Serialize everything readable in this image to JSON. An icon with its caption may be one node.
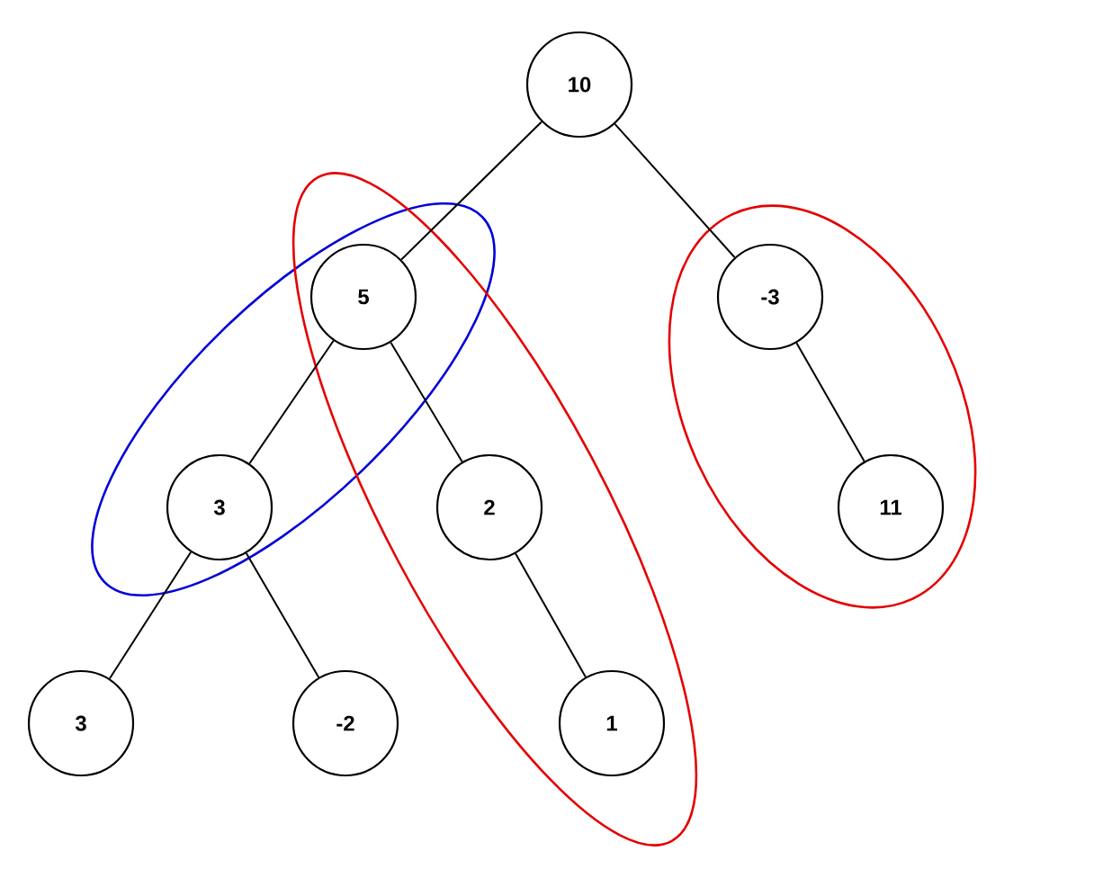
{
  "diagram": {
    "nodes": [
      {
        "text": [
          "10"
        ]
      },
      {
        "text": [
          "5"
        ]
      },
      {
        "text": [
          "-3"
        ]
      },
      {
        "text": [
          "3"
        ]
      },
      {
        "text": [
          "2"
        ]
      },
      {
        "text": [
          "11"
        ]
      },
      {
        "text": [
          "3"
        ]
      },
      {
        "text": [
          "-2"
        ]
      },
      {
        "text": [
          "1"
        ]
      }
    ],
    "edges": [
      {
        "from": 0,
        "to": 1,
        "arrow": "none"
      },
      {
        "from": 0,
        "to": 2,
        "arrow": "none"
      },
      {
        "from": 1,
        "to": 3,
        "arrow": "none"
      },
      {
        "from": 1,
        "to": 4,
        "arrow": "none"
      },
      {
        "from": 2,
        "to": 5,
        "arrow": "none"
      },
      {
        "from": 3,
        "to": 6,
        "arrow": "none"
      },
      {
        "from": 3,
        "to": 7,
        "arrow": "none"
      },
      {
        "from": 4,
        "to": 8,
        "arrow": "none"
      }
    ]
  }
}
